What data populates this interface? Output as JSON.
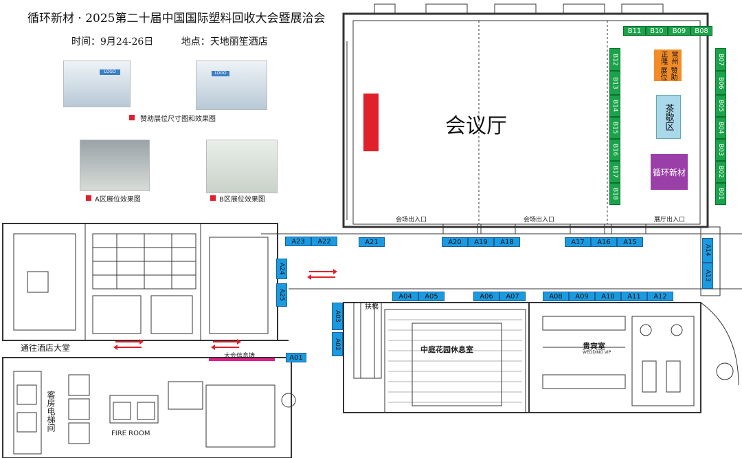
{
  "header": {
    "title": "循环新材 · 2025第二十届中国国际塑料回收大会暨展洽会",
    "time": "时间：9月24-26日",
    "venue": "地点：天地丽笙酒店"
  },
  "legend": {
    "sponsor": "赞助展位尺寸图和效果图",
    "zone_a": "A区展位效果图",
    "zone_b": "B区展位效果图",
    "logo_text": "LOGO"
  },
  "rooms": {
    "conference_hall": "会议厅",
    "sponsor_booth": "赞助展位",
    "changzhou": "常州正隆",
    "tea_break": "茶歇区",
    "xunhuan": "循环新材",
    "courtyard_lounge": "中庭花园休息室",
    "vip_room": "贵宾室",
    "vip_en": "WEDDING VIP",
    "hotel_lobby": "通往酒店大堂",
    "guest_elevator": "客房电梯间",
    "fire_room": "FIRE ROOM",
    "info_board": "大会信息墙",
    "escalator": "扶梯"
  },
  "exits": {
    "exit1": "会场出入口",
    "exit2": "会场出入口",
    "exit3": "展厅出入口"
  },
  "booths_a": [
    "A01",
    "A02",
    "A03",
    "A04",
    "A05",
    "A06",
    "A07",
    "A08",
    "A09",
    "A10",
    "A11",
    "A12",
    "A13",
    "A14",
    "A15",
    "A16",
    "A17",
    "A18",
    "A19",
    "A20",
    "A21",
    "A22",
    "A23",
    "A24",
    "A25"
  ],
  "booths_b": [
    "B01",
    "B02",
    "B03",
    "B04",
    "B05",
    "B06",
    "B07",
    "B08",
    "B09",
    "B10",
    "B11",
    "B12",
    "B13",
    "B14",
    "B15",
    "B16",
    "B17",
    "B18"
  ],
  "colors": {
    "booth_a": "#1a9ae0",
    "booth_b": "#1aa34a",
    "sponsor": "#f28c28",
    "tea": "#a9d8ea",
    "xunhuan": "#9b3fa8",
    "stage": "#e0202a",
    "info_wall": "#e0208c"
  }
}
